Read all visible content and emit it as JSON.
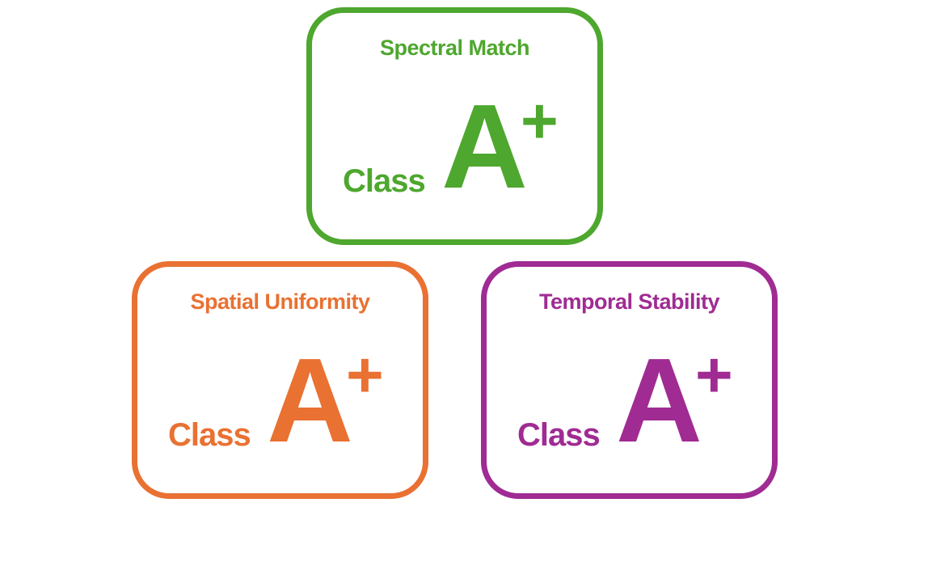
{
  "colors": {
    "spectral": "#4ea72e",
    "spatial": "#e97132",
    "temporal": "#a02b93"
  },
  "cards": [
    {
      "title": "Spectral Match",
      "class_label": "Class",
      "grade": "A",
      "modifier": "+"
    },
    {
      "title": "Spatial Uniformity",
      "class_label": "Class",
      "grade": "A",
      "modifier": "+"
    },
    {
      "title": "Temporal Stability",
      "class_label": "Class",
      "grade": "A",
      "modifier": "+"
    }
  ]
}
